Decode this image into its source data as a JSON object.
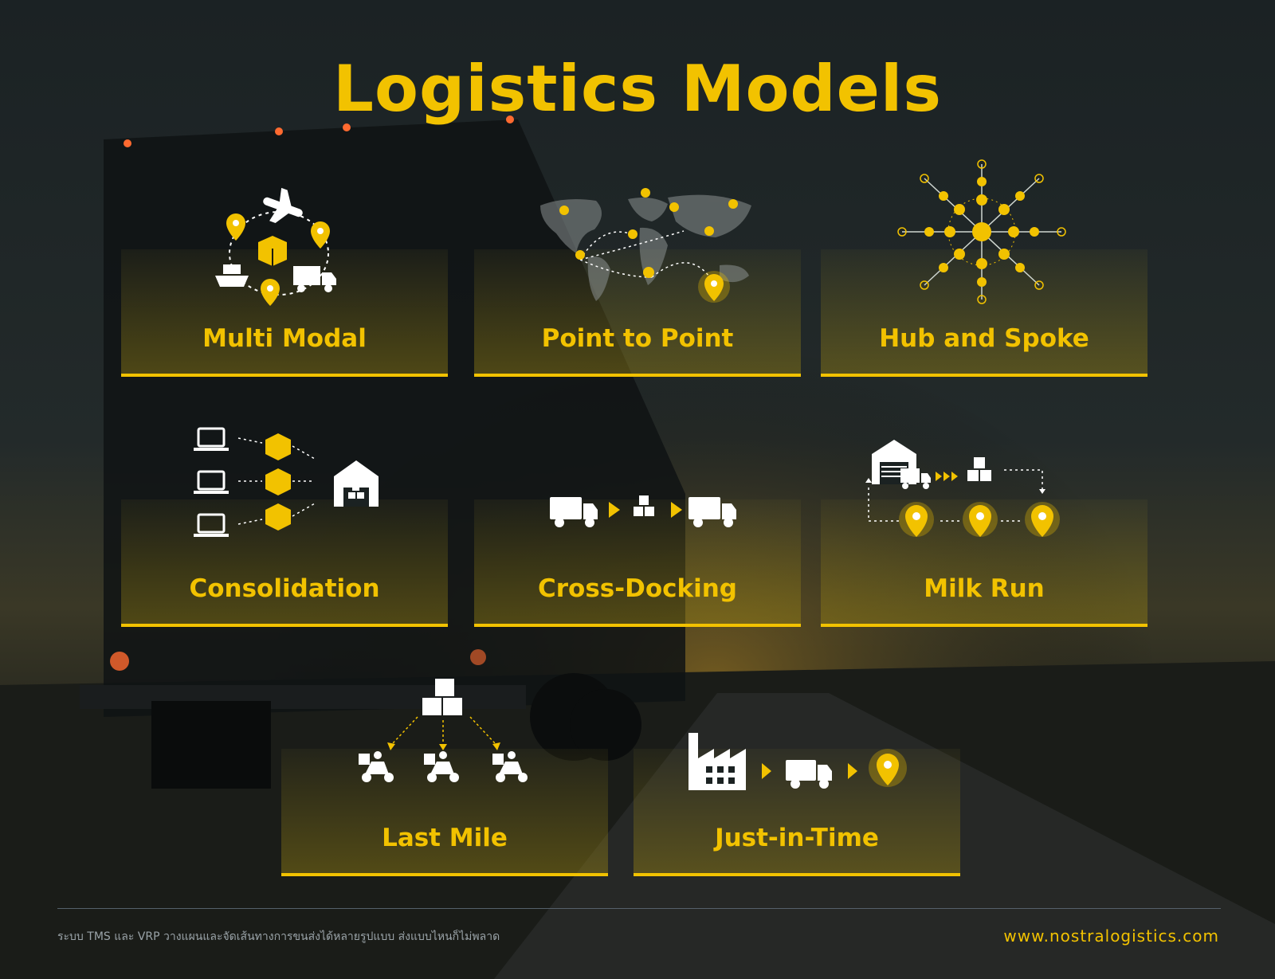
{
  "title": "Logistics Models",
  "colors": {
    "accent": "#f2c200",
    "text": "#ffffff",
    "muted": "#9aa3a8"
  },
  "models": [
    {
      "label": "Multi Modal",
      "icon": "multi-modal-icon"
    },
    {
      "label": "Point to Point",
      "icon": "world-map-route-icon"
    },
    {
      "label": "Hub and Spoke",
      "icon": "hub-network-icon"
    },
    {
      "label": "Consolidation",
      "icon": "laptops-boxes-warehouse-icon"
    },
    {
      "label": "Cross-Docking",
      "icon": "truck-boxes-truck-icon"
    },
    {
      "label": "Milk Run",
      "icon": "warehouse-loop-pins-icon"
    },
    {
      "label": "Last Mile",
      "icon": "boxes-to-scooters-icon"
    },
    {
      "label": "Just-in-Time",
      "icon": "factory-truck-pin-icon"
    }
  ],
  "footer": {
    "tagline": "ระบบ TMS และ VRP วางแผนและจัดเส้นทางการขนส่งได้หลายรูปแบบ ส่งแบบไหนก็ไม่พลาด",
    "website": "www.nostralogistics.com"
  }
}
